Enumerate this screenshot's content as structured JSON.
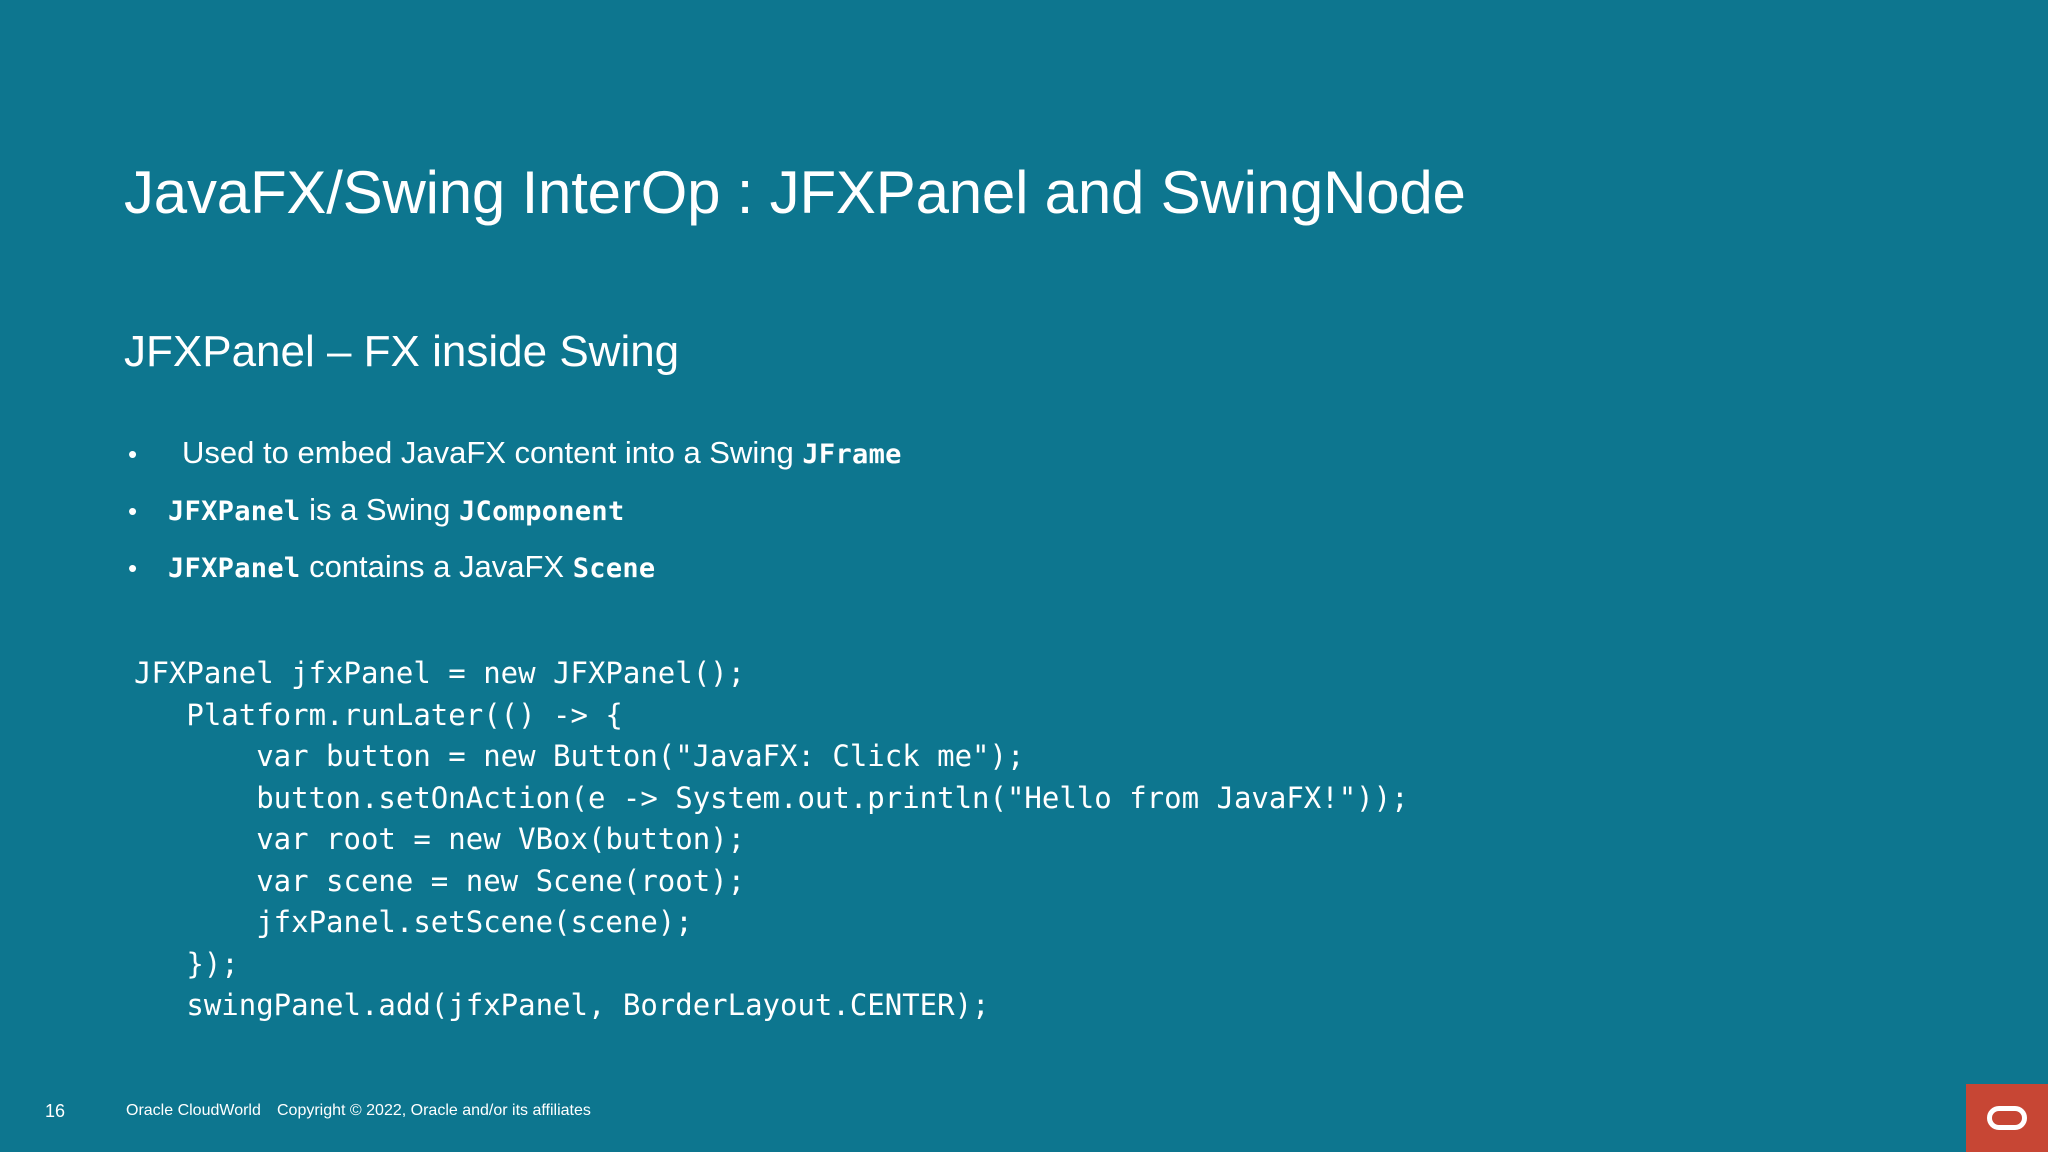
{
  "slide": {
    "background_color": "#0D768F",
    "text_color": "#FFFFFF",
    "title": "JavaFX/Swing InterOp : JFXPanel and SwingNode",
    "subtitle": "JFXPanel –  FX inside Swing"
  },
  "bullets": [
    {
      "marker": "•",
      "indented": true,
      "segments": [
        {
          "text": "Used to embed JavaFX content into a Swing ",
          "style": "normal"
        },
        {
          "text": "JFrame",
          "style": "code"
        }
      ]
    },
    {
      "marker": "•",
      "indented": false,
      "segments": [
        {
          "text": "JFXPanel",
          "style": "code"
        },
        {
          "text": " is a Swing ",
          "style": "normal"
        },
        {
          "text": "JComponent",
          "style": "code"
        }
      ]
    },
    {
      "marker": "•",
      "indented": false,
      "segments": [
        {
          "text": "JFXPanel",
          "style": "code"
        },
        {
          "text": " contains a JavaFX ",
          "style": "normal"
        },
        {
          "text": "Scene",
          "style": "code"
        }
      ]
    }
  ],
  "code": {
    "language": "java",
    "lines": [
      "JFXPanel jfxPanel = new JFXPanel();",
      "   Platform.runLater(() -> {",
      "       var button = new Button(\"JavaFX: Click me\");",
      "       button.setOnAction(e -> System.out.println(\"Hello from JavaFX!\"));",
      "       var root = new VBox(button);",
      "       var scene = new Scene(root);",
      "       jfxPanel.setScene(scene);",
      "   });",
      "   swingPanel.add(jfxPanel, BorderLayout.CENTER);"
    ]
  },
  "footer": {
    "page_number": "16",
    "event": "Oracle CloudWorld",
    "copyright": "Copyright © 2022, Oracle and/or its affiliates"
  },
  "logo": {
    "name": "oracle-logo",
    "background_color": "#C74634",
    "mark_color": "#FFFFFF"
  }
}
